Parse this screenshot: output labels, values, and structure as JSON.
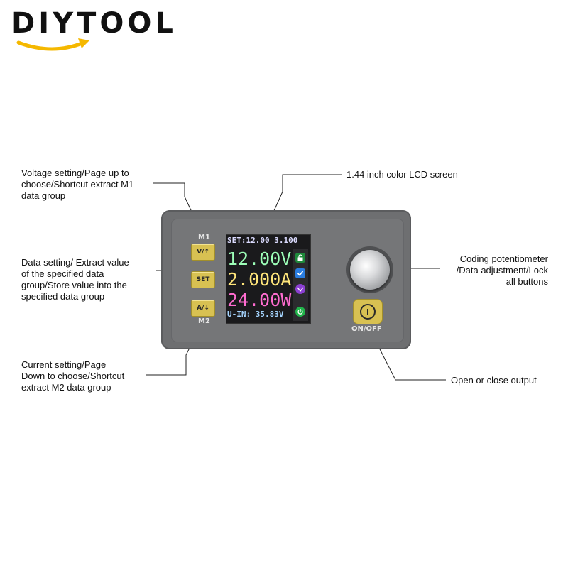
{
  "brand": {
    "name": "DIYTOOL"
  },
  "device": {
    "lcd": {
      "set_line": "SET:12.00 3.100",
      "voltage": "12.00V",
      "current": "2.000A",
      "power": "24.00W",
      "input": "U-IN: 35.83V"
    },
    "buttons": {
      "m1_label": "M1",
      "v_up": "V/↑",
      "set": "SET",
      "a_down": "A/↓",
      "m2_label": "M2"
    },
    "onoff_label": "ON/OFF"
  },
  "annotations": {
    "voltage_setting": [
      "Voltage setting/Page up to",
      "choose/Shortcut extract M1",
      "data group"
    ],
    "data_setting": [
      "Data setting/ Extract value",
      "of the specified data",
      "group/Store value into the",
      "specified data group"
    ],
    "current_setting": [
      "Current setting/Page",
      "Down to choose/Shortcut",
      "extract M2 data group"
    ],
    "lcd_screen": "1.44 inch color LCD screen",
    "potentiometer": [
      "Coding potentiometer",
      "/Data adjustment/Lock",
      "all buttons"
    ],
    "open_close": "Open or close output"
  },
  "colors": {
    "accent": "#d8c152",
    "logo_arrow": "#f5b800",
    "device_body": "#6e6f71"
  }
}
